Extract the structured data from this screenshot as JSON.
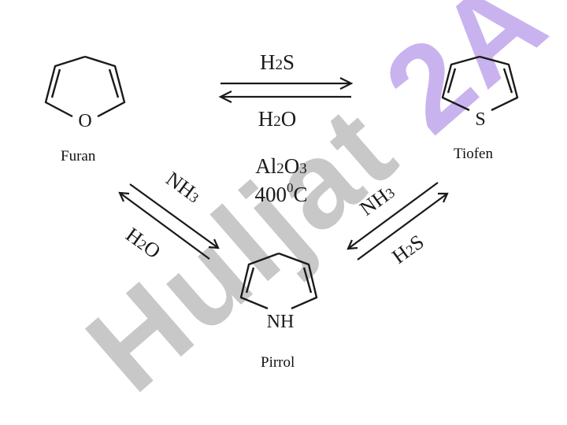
{
  "watermark": {
    "text": "Huljat 2A",
    "color": "#c8c8c8",
    "accent_color": "#c9b3ee"
  },
  "molecules": {
    "furan": {
      "caption": "Furan",
      "heteroatom": "O"
    },
    "thiophene": {
      "caption": "Tiofen",
      "heteroatom": "S"
    },
    "pyrrole": {
      "caption": "Pirrol",
      "heteroatom": "NH"
    }
  },
  "reactions": {
    "furan_thiophene": {
      "forward": {
        "pre": "H",
        "sub": "2",
        "post": "S"
      },
      "reverse": {
        "pre": "H",
        "sub": "2",
        "post": "O"
      }
    },
    "furan_pyrrole": {
      "forward": {
        "pre": "NH",
        "sub": "3",
        "post": ""
      },
      "reverse": {
        "pre": "H",
        "sub": "2",
        "post": "O"
      }
    },
    "thiophene_pyrrole": {
      "forward": {
        "pre": "NH",
        "sub": "3",
        "post": ""
      },
      "reverse": {
        "pre": "H",
        "sub": "2",
        "post": "S"
      }
    }
  },
  "conditions": {
    "catalyst": {
      "a": "Al",
      "a_sub": "2",
      "b": "O",
      "b_sub": "3"
    },
    "temperature": {
      "value": "400",
      "sup": "0",
      "unit": "C"
    }
  }
}
